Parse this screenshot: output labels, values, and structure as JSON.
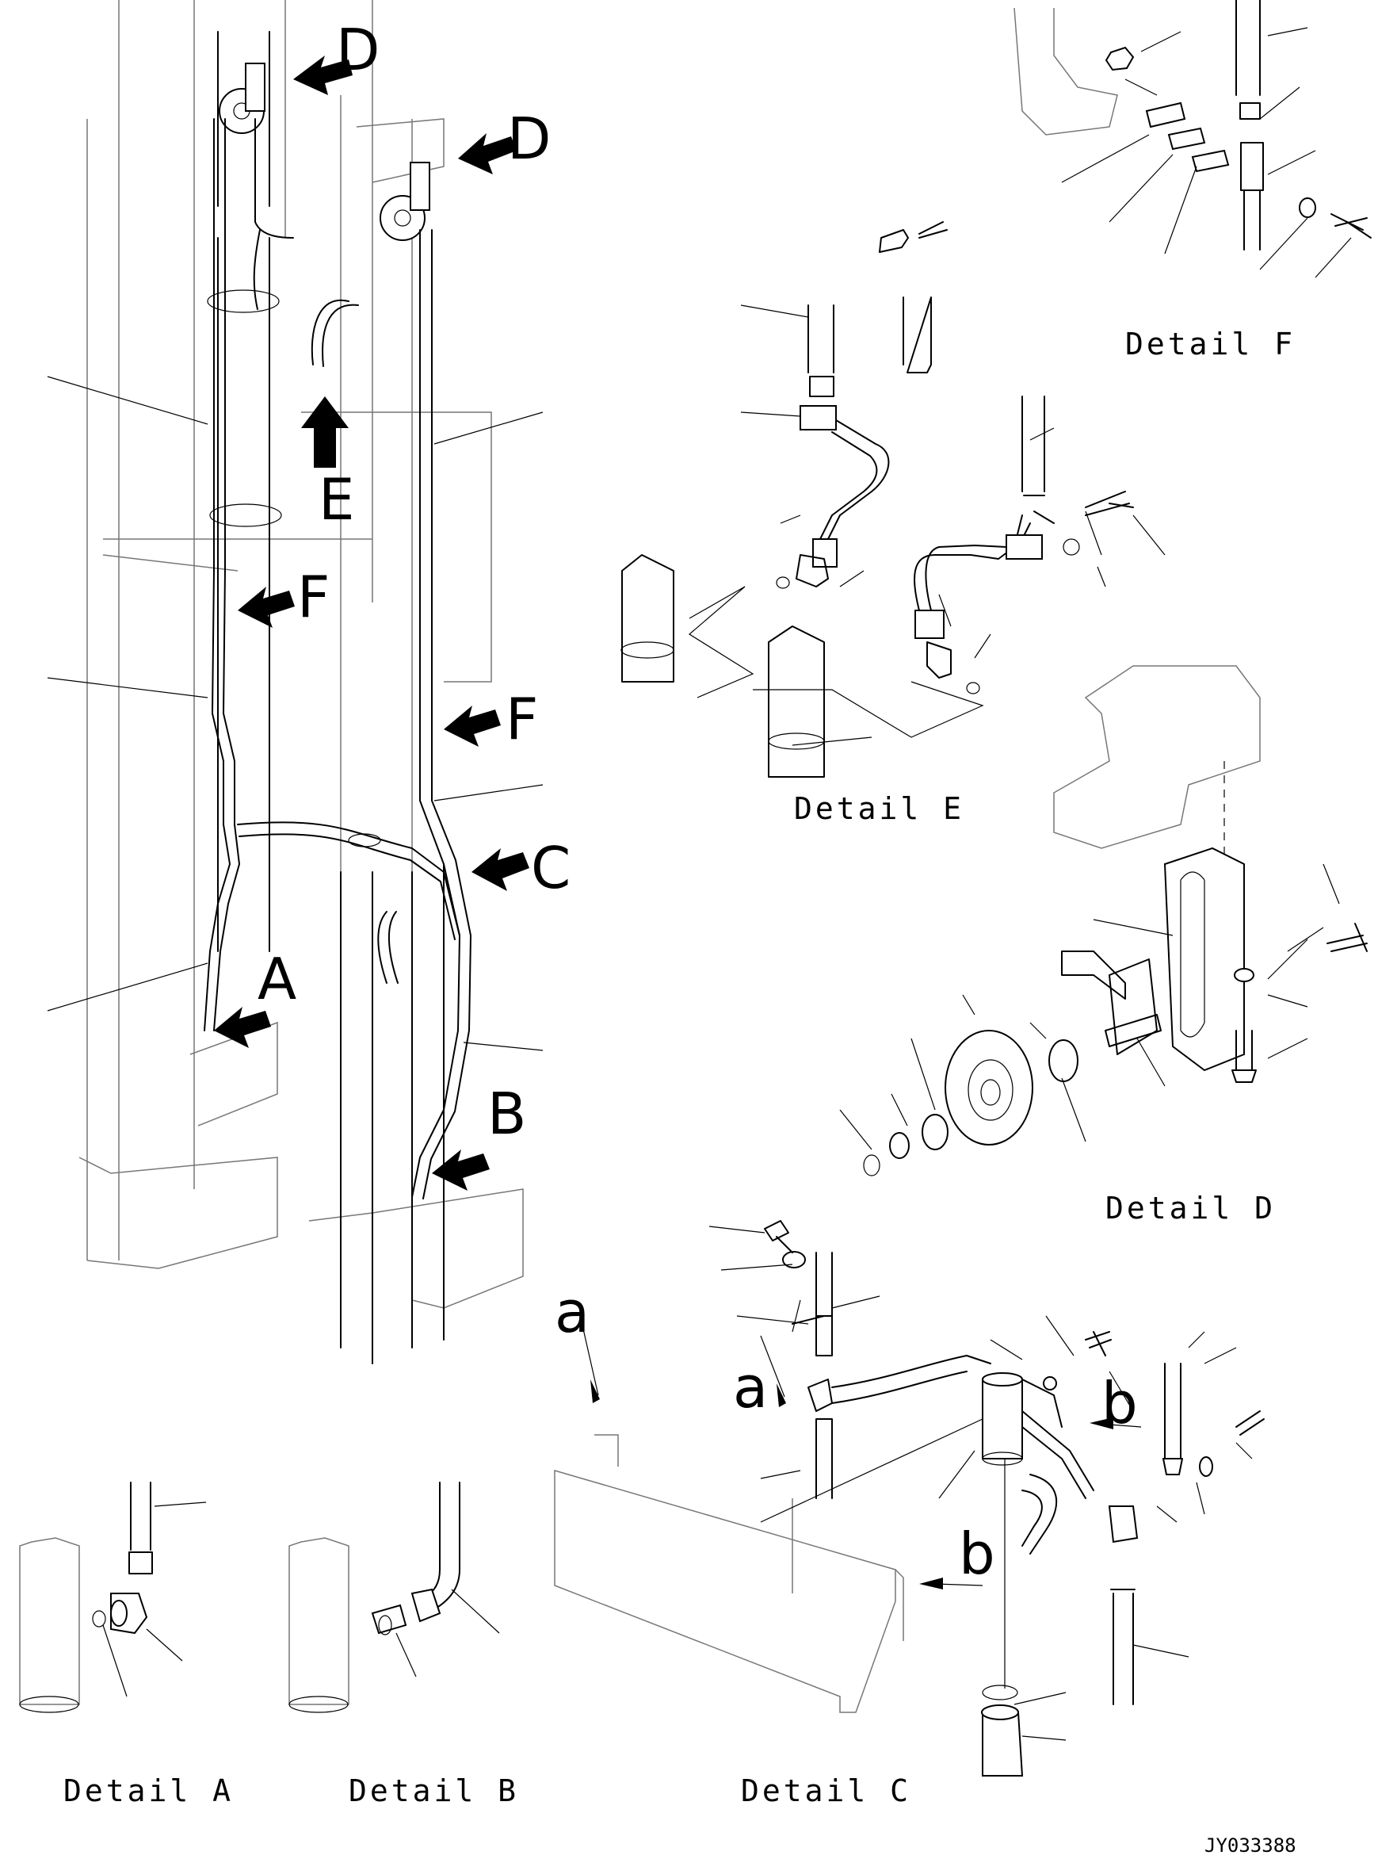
{
  "figure": {
    "reference": "JY033388",
    "view_labels": [
      "D",
      "D",
      "E",
      "F",
      "F",
      "C",
      "A",
      "B"
    ],
    "details": {
      "A": {
        "caption": "Detail A"
      },
      "B": {
        "caption": "Detail B"
      },
      "C": {
        "caption": "Detail C",
        "markers": [
          "a",
          "a",
          "b",
          "b"
        ]
      },
      "D": {
        "caption": "Detail D"
      },
      "E": {
        "caption": "Detail E"
      },
      "F": {
        "caption": "Detail F"
      }
    }
  }
}
